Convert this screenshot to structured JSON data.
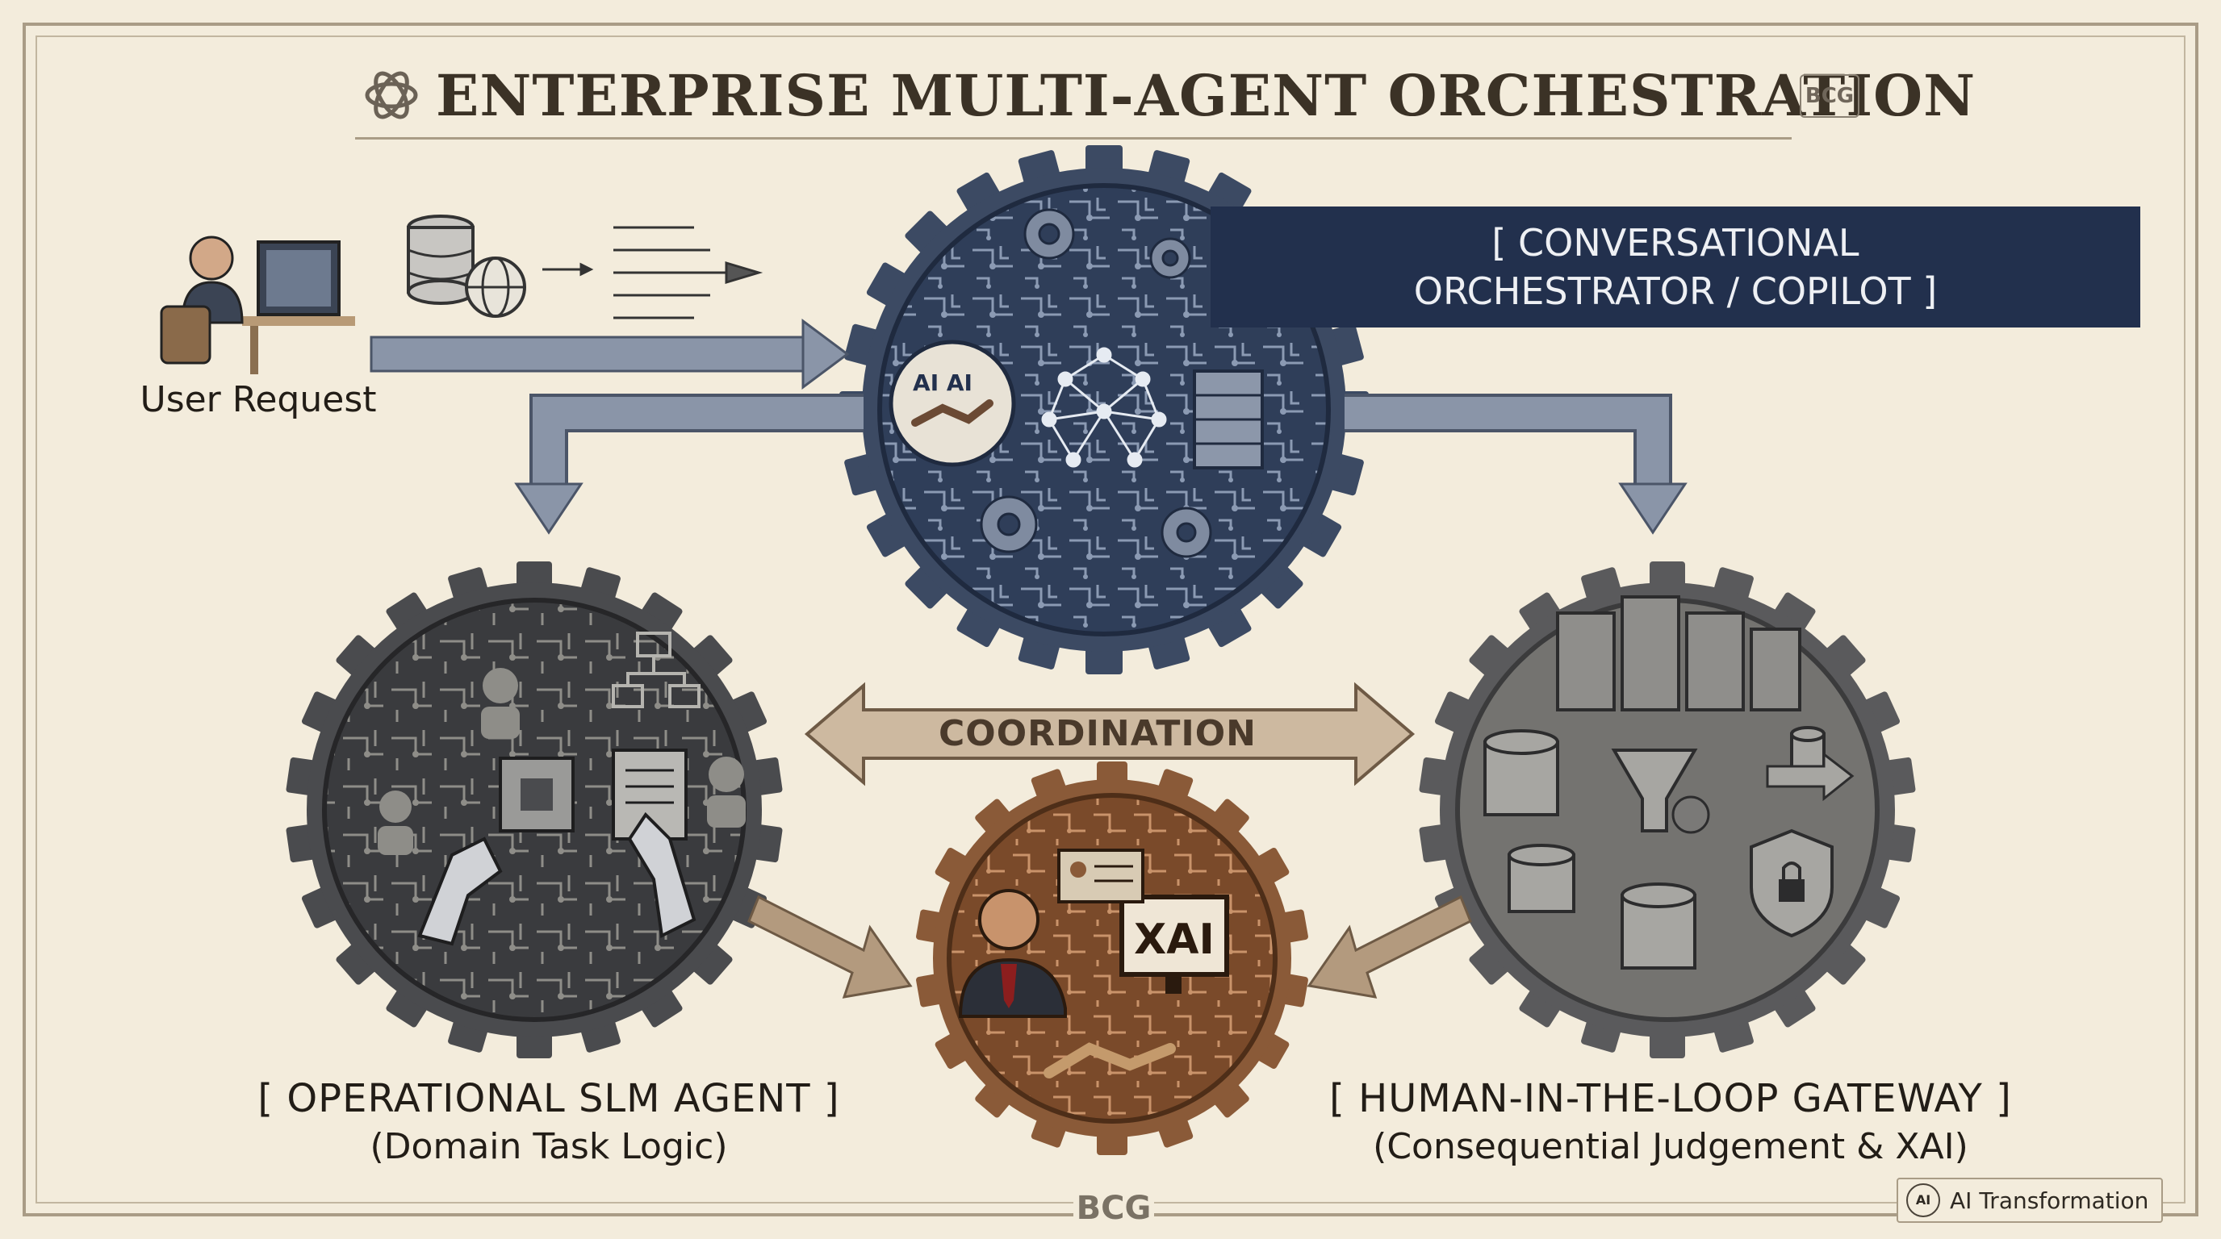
{
  "header": {
    "title": "ENTERPRISE MULTI-AGENT ORCHESTRATION",
    "logo": "BCG"
  },
  "orchestrator": {
    "label_line1": "[ CONVERSATIONAL",
    "label_line2": "ORCHESTRATOR / COPILOT ]",
    "badge": "AI AI"
  },
  "user": {
    "label": "User Request"
  },
  "coordination": {
    "label": "COORDINATION"
  },
  "operational_agent": {
    "title": "[ OPERATIONAL SLM AGENT ]",
    "subtitle": "(Domain Task Logic)"
  },
  "hitl_gateway": {
    "title": "[ HUMAN-IN-THE-LOOP GATEWAY ]",
    "subtitle": "(Consequential Judgement & XAI)"
  },
  "xai_gear": {
    "screen_text": "XAI"
  },
  "footer": {
    "center_logo": "BCG",
    "tag_badge": "AI",
    "tag_text": "AI Transformation"
  },
  "colors": {
    "background": "#f3ecdc",
    "navy": "#22304d",
    "gear_blue": "#2f3e59",
    "gear_dark": "#3a3b3e",
    "gear_gray": "#58585a",
    "gear_bronze": "#7a4a2a",
    "arrow_fill": "#8a95a8",
    "coord_fill": "#cdb9a0"
  },
  "icons": [
    "openai-logo-icon",
    "database-icon",
    "globe-icon",
    "flow-arrows-icon",
    "handshake-icon",
    "network-icon",
    "server-rack-icon",
    "chip-icon",
    "robot-hand-icon",
    "funnel-icon",
    "shield-lock-icon",
    "businessman-icon",
    "monitor-icon"
  ]
}
